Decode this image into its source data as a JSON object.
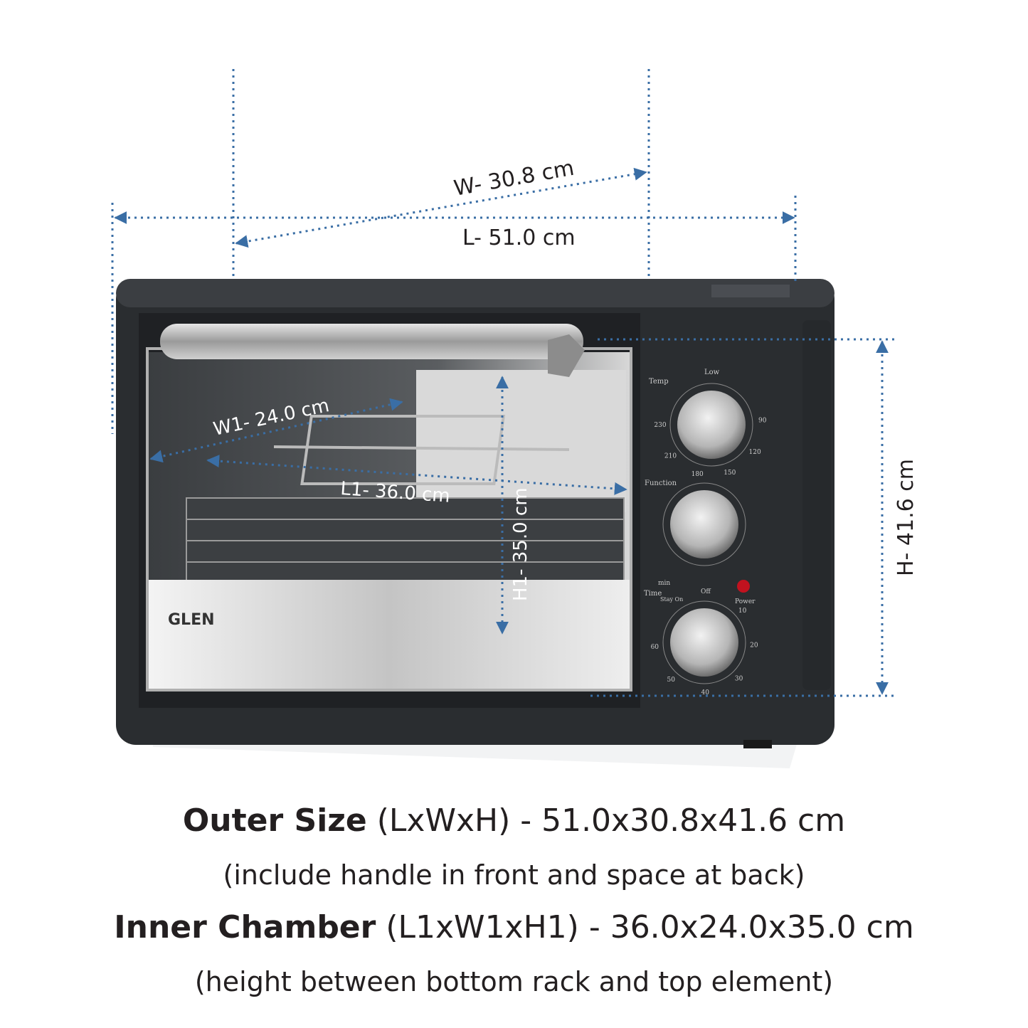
{
  "brand": {
    "logo_text": "GLEN"
  },
  "dimensions": {
    "outer_width": "W- 30.8 cm",
    "outer_length": "L- 51.0 cm",
    "outer_height": "H- 41.6 cm",
    "inner_width": "W1- 24.0 cm",
    "inner_length": "L1- 36.0 cm",
    "inner_height": "H1- 35.0 cm"
  },
  "controls": {
    "temp": {
      "label": "Temp",
      "low": "Low",
      "marks": [
        "90",
        "120",
        "150",
        "180",
        "210",
        "230"
      ]
    },
    "function": {
      "label": "Function"
    },
    "timer": {
      "label": "Time",
      "unit": "min",
      "stay_on": "Stay On",
      "off": "Off",
      "marks": [
        "10",
        "20",
        "30",
        "40",
        "50",
        "60"
      ]
    },
    "power": {
      "label": "Power"
    }
  },
  "captions": {
    "outer": {
      "bold": "Outer Size",
      "rest": " (LxWxH) - 51.0x30.8x41.6 cm"
    },
    "outer_note": "(include handle in front and space at back)",
    "inner": {
      "bold": "Inner Chamber",
      "rest": " (L1xW1xH1) - 36.0x24.0x35.0 cm"
    },
    "inner_note": "(height between bottom rack and top element)"
  },
  "colors": {
    "dimension_line": "#3a6ea5",
    "oven_body": "#2a2d30",
    "steel": "#b8b8b8",
    "text": "#231f20"
  }
}
